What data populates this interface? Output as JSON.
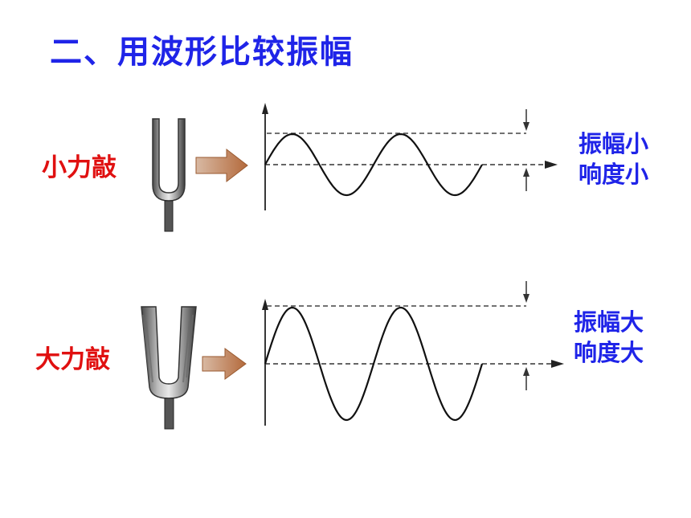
{
  "title": "二、用波形比较振幅",
  "panels": [
    {
      "strike_label": "小力敲",
      "amplitude_label": "振幅小",
      "loudness_label": "响度小"
    },
    {
      "strike_label": "大力敲",
      "amplitude_label": "振幅大",
      "loudness_label": "响度大"
    }
  ],
  "colors": {
    "title": "#1f24e8",
    "strike_label": "#e01010",
    "result_label": "#1f24e8",
    "arrow": "#c98a5c"
  }
}
